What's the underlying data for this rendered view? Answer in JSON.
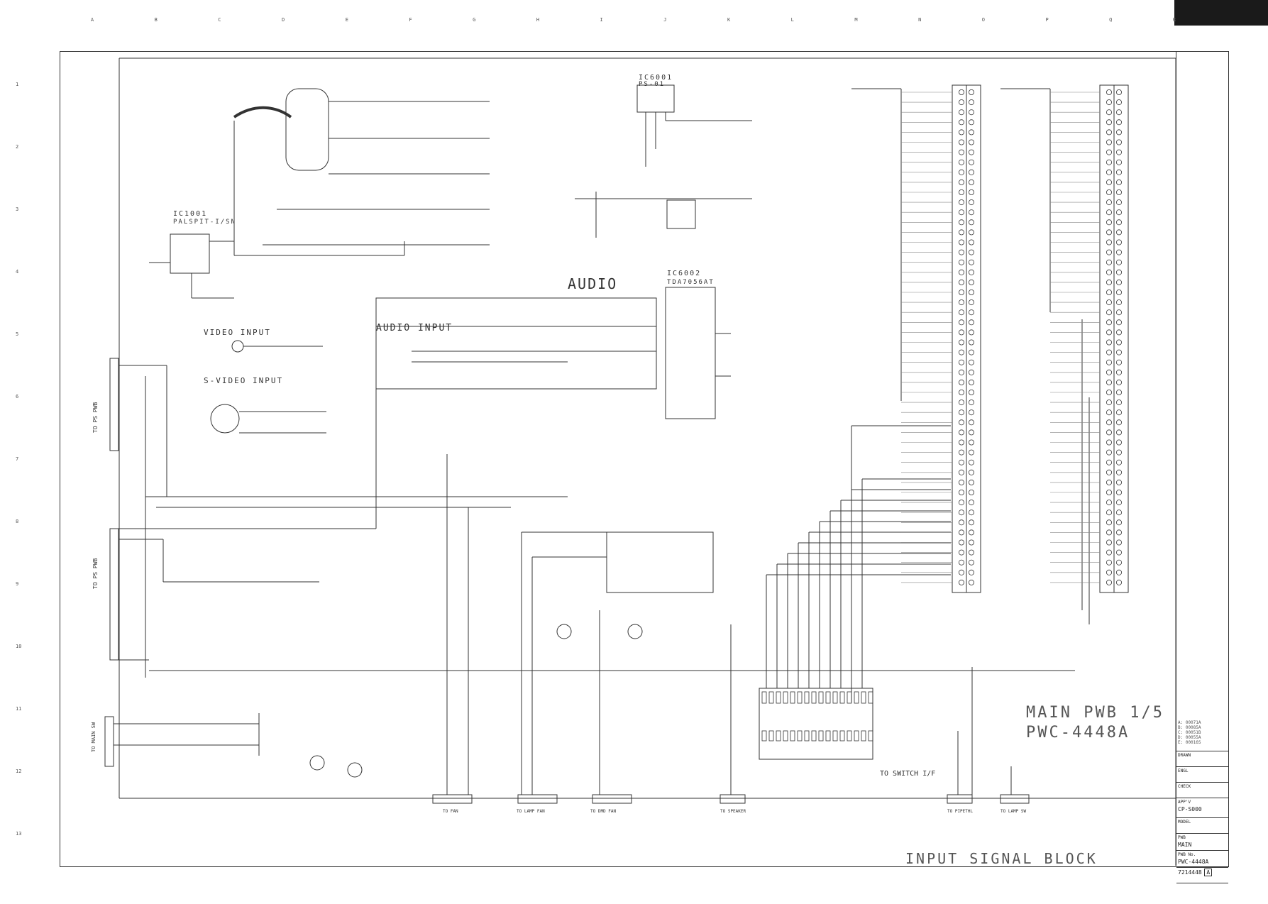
{
  "header": {
    "columns": [
      "A",
      "B",
      "C",
      "D",
      "E",
      "F",
      "G",
      "H",
      "I",
      "J",
      "K",
      "L",
      "M",
      "N",
      "O",
      "P",
      "Q",
      "R"
    ],
    "rows": [
      "1",
      "2",
      "3",
      "4",
      "5",
      "6",
      "7",
      "8",
      "9",
      "10",
      "11",
      "12",
      "13"
    ]
  },
  "blocks": {
    "audio": "AUDIO",
    "audio_input": "AUDIO INPUT",
    "video_input": "VIDEO INPUT",
    "svideo_input": "S-VIDEO INPUT",
    "ic_1001_ref": "IC1001",
    "ic_1001_part": "PALSPIT-I/SN",
    "ic_6001_ref": "IC6001",
    "ic_6001_part": "PS-01",
    "ic_6002_ref": "IC6002",
    "ic_6002_part": "TDA7056AT"
  },
  "connectors": {
    "to_ps_pwb_1": "TO PS PWB",
    "to_ps_pwb_2": "TO PS PWB",
    "to_main_sw": "TO MAIN SW",
    "to_switch": "TO SWITCH I/F",
    "to_fan": "TO FAN",
    "to_lamp_fan": "TO LAMP FAN",
    "to_dmd_fan": "TO DMD FAN",
    "to_speaker": "TO SPEAKER",
    "to_pipe": "TO PIPETHL",
    "to_lamp_sw": "TO LAMP SW"
  },
  "sheet_title": {
    "line1": "MAIN PWB 1/5",
    "line2": "PWC-4448A",
    "block_name": "INPUT SIGNAL BLOCK"
  },
  "title_block": {
    "drawn_label": "DRAWN",
    "engl_label": "ENGL",
    "check_label": "CHECK",
    "appv_label": "APP'V",
    "model_label": "MODEL",
    "model_value": "CP-S000",
    "pwb_label": "PWB",
    "pwb_value": "MAIN",
    "pwb_no_label": "PWB No.",
    "pwb_no_value": "PWC-4448A",
    "doc_no": "7214448",
    "rev": "A"
  },
  "revisions": [
    "A: 00071A",
    "B: 00085A",
    "C: 00051B",
    "D: 00055A",
    "E: 00016S"
  ],
  "colors": {
    "line": "#333333",
    "text": "#333333",
    "tab": "#1a1a1a"
  }
}
